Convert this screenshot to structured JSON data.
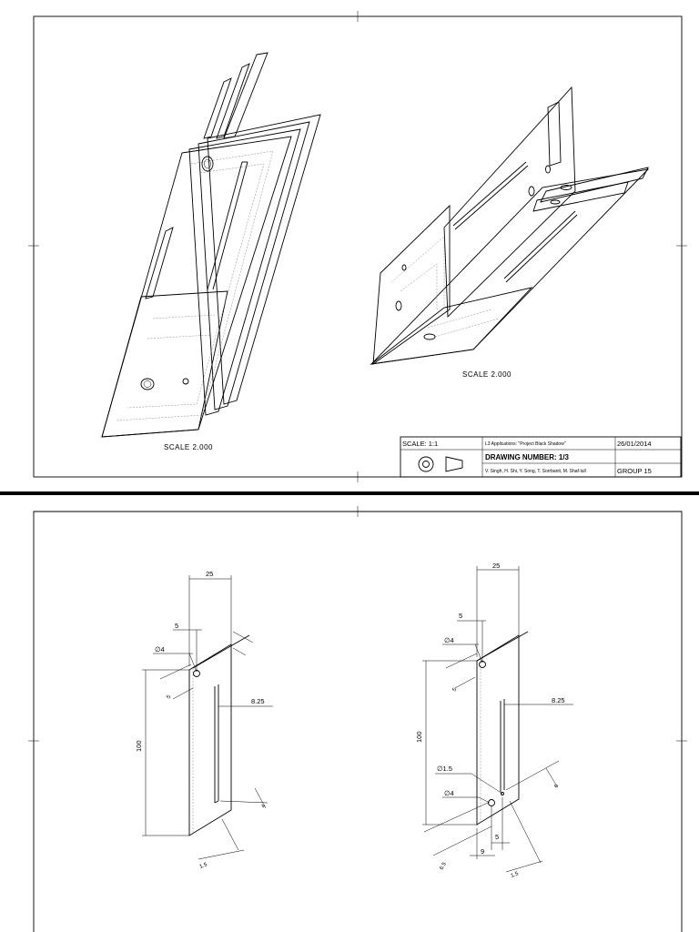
{
  "sheet1": {
    "views": [
      {
        "id": "iso-left",
        "scale_label": "SCALE 2.000"
      },
      {
        "id": "iso-right",
        "scale_label": "SCALE 2.000"
      }
    ],
    "title_block": {
      "scale": "SCALE: 1:1",
      "project": "L3 Applications: \"Project Black Shadow\"",
      "date": "26/01/2014",
      "drawing_number": "DRAWING NUMBER: 1/3",
      "authors": "V. Singh, H. Shi, Y. Song, T. Sorrbanti, M. Shaf-lull",
      "group": "GROUP 15"
    }
  },
  "sheet2": {
    "left_part": {
      "width": "25",
      "offset": "5",
      "hole_dia": "∅4",
      "hole_offset": "5",
      "slot_offset": "8.25",
      "height": "100",
      "slot_end": "4",
      "thickness": "1.5"
    },
    "right_part": {
      "width": "25",
      "offset": "5",
      "hole_dia_top": "∅4",
      "hole_offset": "5",
      "slot_offset": "8.25",
      "height": "100",
      "small_hole_dia": "∅1.5",
      "hole_dia_bottom": "∅4",
      "slot_end": "6",
      "dim_5": "5",
      "dim_9": "9",
      "dim_6_5": "6.5",
      "thickness": "1.5"
    }
  }
}
